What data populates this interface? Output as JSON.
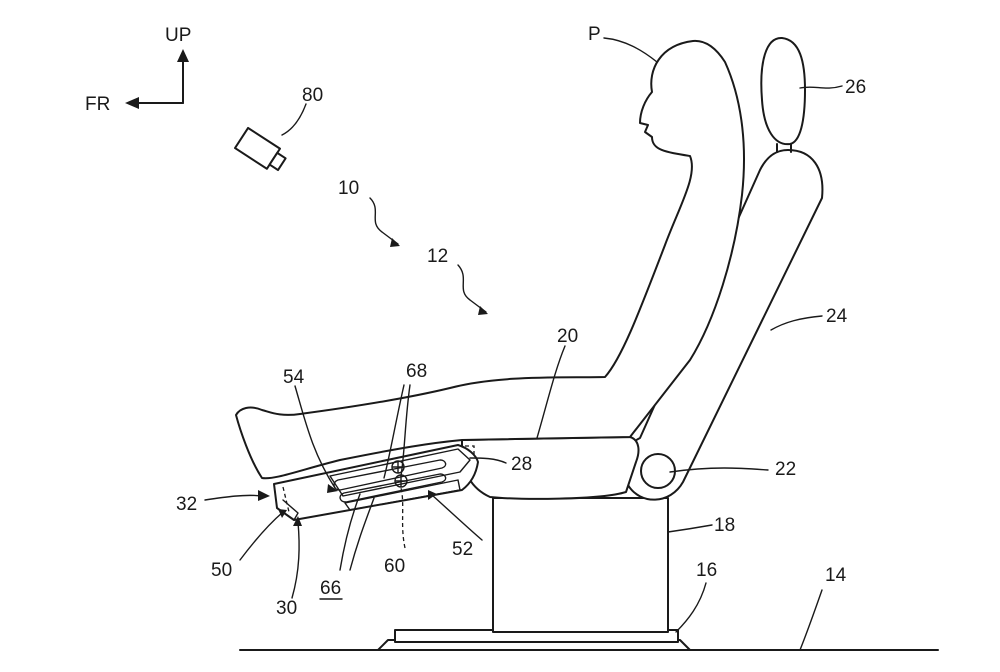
{
  "directions": {
    "up": "UP",
    "front": "FR"
  },
  "labels": {
    "p": "P",
    "n10": "10",
    "n12": "12",
    "n14": "14",
    "n16": "16",
    "n18": "18",
    "n20": "20",
    "n22": "22",
    "n24": "24",
    "n26": "26",
    "n28": "28",
    "n30": "30",
    "n32": "32",
    "n50": "50",
    "n52": "52",
    "n54": "54",
    "n60": "60",
    "n66": "66",
    "n68": "68",
    "n80": "80"
  },
  "colors": {
    "ink": "#1a1a1a",
    "background": "#ffffff"
  }
}
